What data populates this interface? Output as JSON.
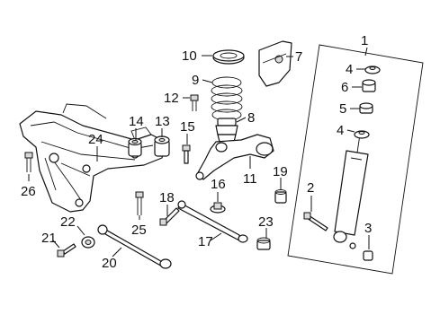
{
  "diagram": {
    "callouts": [
      {
        "id": "1",
        "label": "1"
      },
      {
        "id": "2",
        "label": "2"
      },
      {
        "id": "3",
        "label": "3"
      },
      {
        "id": "4a",
        "label": "4"
      },
      {
        "id": "4b",
        "label": "4"
      },
      {
        "id": "5",
        "label": "5"
      },
      {
        "id": "6",
        "label": "6"
      },
      {
        "id": "7",
        "label": "7"
      },
      {
        "id": "8",
        "label": "8"
      },
      {
        "id": "9",
        "label": "9"
      },
      {
        "id": "10",
        "label": "10"
      },
      {
        "id": "11",
        "label": "11"
      },
      {
        "id": "12",
        "label": "12"
      },
      {
        "id": "13",
        "label": "13"
      },
      {
        "id": "14",
        "label": "14"
      },
      {
        "id": "15",
        "label": "15"
      },
      {
        "id": "16",
        "label": "16"
      },
      {
        "id": "17",
        "label": "17"
      },
      {
        "id": "18",
        "label": "18"
      },
      {
        "id": "19",
        "label": "19"
      },
      {
        "id": "20",
        "label": "20"
      },
      {
        "id": "21",
        "label": "21"
      },
      {
        "id": "22",
        "label": "22"
      },
      {
        "id": "23",
        "label": "23"
      },
      {
        "id": "24",
        "label": "24"
      },
      {
        "id": "25",
        "label": "25"
      },
      {
        "id": "26",
        "label": "26"
      }
    ]
  }
}
